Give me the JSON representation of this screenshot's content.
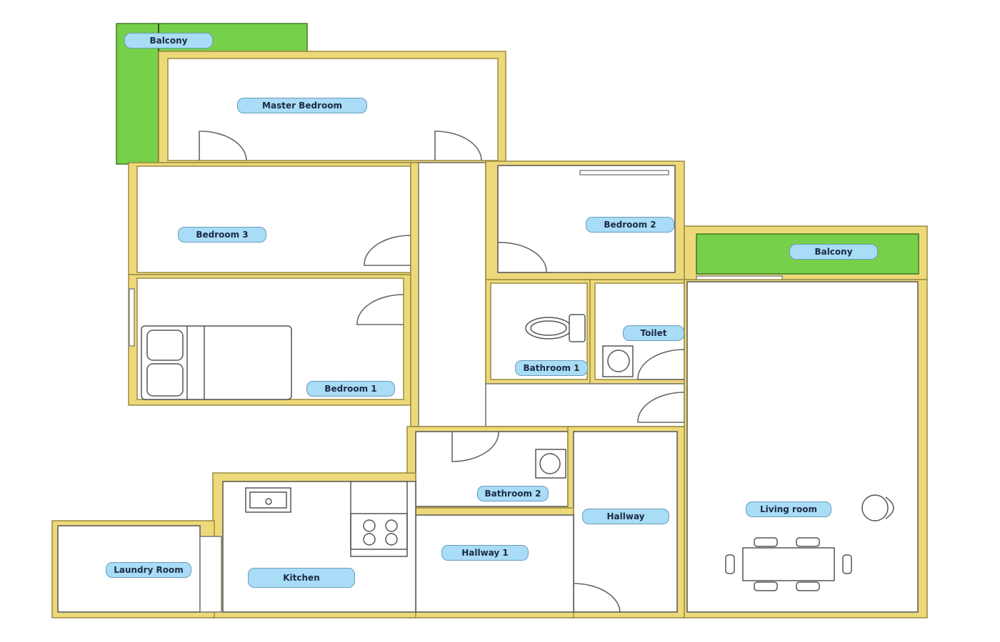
{
  "colors": {
    "wall": "#eed97a",
    "balcony": "#76d04a",
    "label_fill": "#a9dcf6",
    "label_text": "#1c2a44"
  },
  "rooms": {
    "balcony_top": "Balcony",
    "master_bedroom": "Master Bedroom",
    "bedroom_3": "Bedroom 3",
    "bedroom_2": "Bedroom 2",
    "balcony_right": "Balcony",
    "toilet": "Toilet",
    "bathroom_1": "Bathroom 1",
    "bedroom_1": "Bedroom 1",
    "bathroom_2": "Bathroom 2",
    "hallway": "Hallway",
    "living_room": "Living room",
    "hallway_1": "Hallway 1",
    "laundry_room": "Laundry Room",
    "kitchen": "Kitchen"
  }
}
